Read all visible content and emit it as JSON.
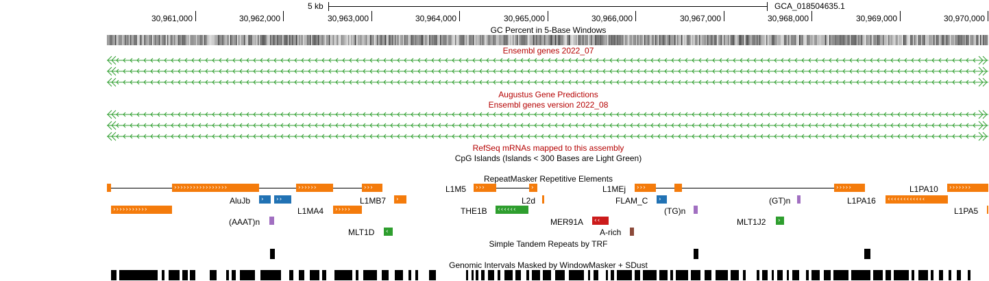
{
  "ruler": {
    "scale_label": "5 kb",
    "assembly": "GCA_018504635.1",
    "ticks": [
      "30,961,000",
      "30,962,000",
      "30,963,000",
      "30,964,000",
      "30,965,000",
      "30,966,000",
      "30,967,000",
      "30,968,000",
      "30,969,000",
      "30,970,000"
    ]
  },
  "tracks": {
    "gc": {
      "title": "GC Percent in 5-Base Windows"
    },
    "ensembl_2022_07": {
      "title": "Ensembl genes 2022_07"
    },
    "augustus": {
      "title": "Augustus Gene Predictions"
    },
    "ensembl_2022_08": {
      "title": "Ensembl genes version 2022_08"
    },
    "refseq": {
      "title": "RefSeq mRNAs mapped to this assembly"
    },
    "cpg": {
      "title": "CpG Islands (Islands < 300 Bases are Light Green)"
    },
    "repeatmasker": {
      "title": "RepeatMasker Repetitive Elements",
      "labels": {
        "l1m5": "L1M5",
        "l1mej": "L1MEj",
        "l1pa10": "L1PA10",
        "alujb": "AluJb",
        "l1mb7": "L1MB7",
        "l2d": "L2d",
        "flam_c": "FLAM_C",
        "gt_n": "(GT)n",
        "l1pa16": "L1PA16",
        "l1ma4": "L1MA4",
        "the1b": "THE1B",
        "tg_n": "(TG)n",
        "l1pa5": "L1PA5",
        "aaat_n": "(AAAT)n",
        "mer91a": "MER91A",
        "mlt1j2": "MLT1J2",
        "mlt1d": "MLT1D",
        "a_rich": "A-rich"
      }
    },
    "trf": {
      "title": "Simple Tandem Repeats by TRF"
    },
    "windowmasker": {
      "title": "Genomic Intervals Masked by WindowMasker + SDust"
    }
  },
  "colors": {
    "line1": "#f47b0b",
    "sine": "#2172b4",
    "ltr": "#cc1b1b",
    "dna": "#2e9e2e",
    "simple": "#a16fc1",
    "low_complexity": "#8c4a3a",
    "gene_line": "#2e9e2e",
    "track_title": "#b50000"
  }
}
